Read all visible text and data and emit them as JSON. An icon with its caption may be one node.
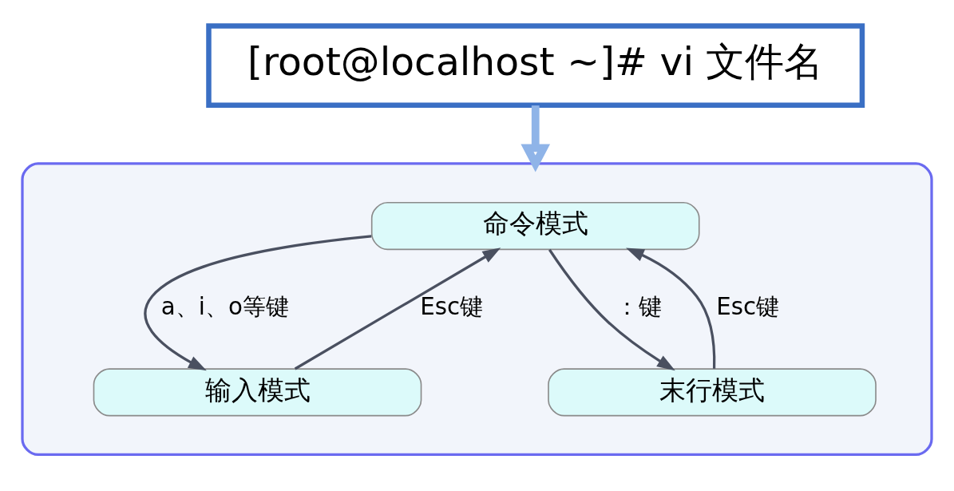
{
  "diagram": {
    "nodes": [
      {
        "text": [
          "[root@localhost ~]# vi 文件名"
        ]
      },
      {
        "text": [],
        "shape": "box"
      },
      {
        "text": [
          "命令模式"
        ],
        "in": 1
      },
      {
        "text": [
          "输入模式"
        ],
        "in": 1
      },
      {
        "text": [
          "末行模式"
        ],
        "in": 1
      }
    ],
    "edges": [
      {
        "from": 0,
        "to": 1,
        "arrow": "to",
        "style": "thick",
        "color": "#8fb4e8"
      },
      {
        "from": 2,
        "to": 3,
        "arrow": "to",
        "label": "a、i、o等键"
      },
      {
        "from": 3,
        "to": 2,
        "arrow": "to",
        "label": "Esc键"
      },
      {
        "from": 4,
        "to": 2,
        "arrow": "to",
        "label": "Esc键"
      },
      {
        "from": 2,
        "to": 4,
        "arrow": "to",
        "label": "：键"
      }
    ]
  }
}
